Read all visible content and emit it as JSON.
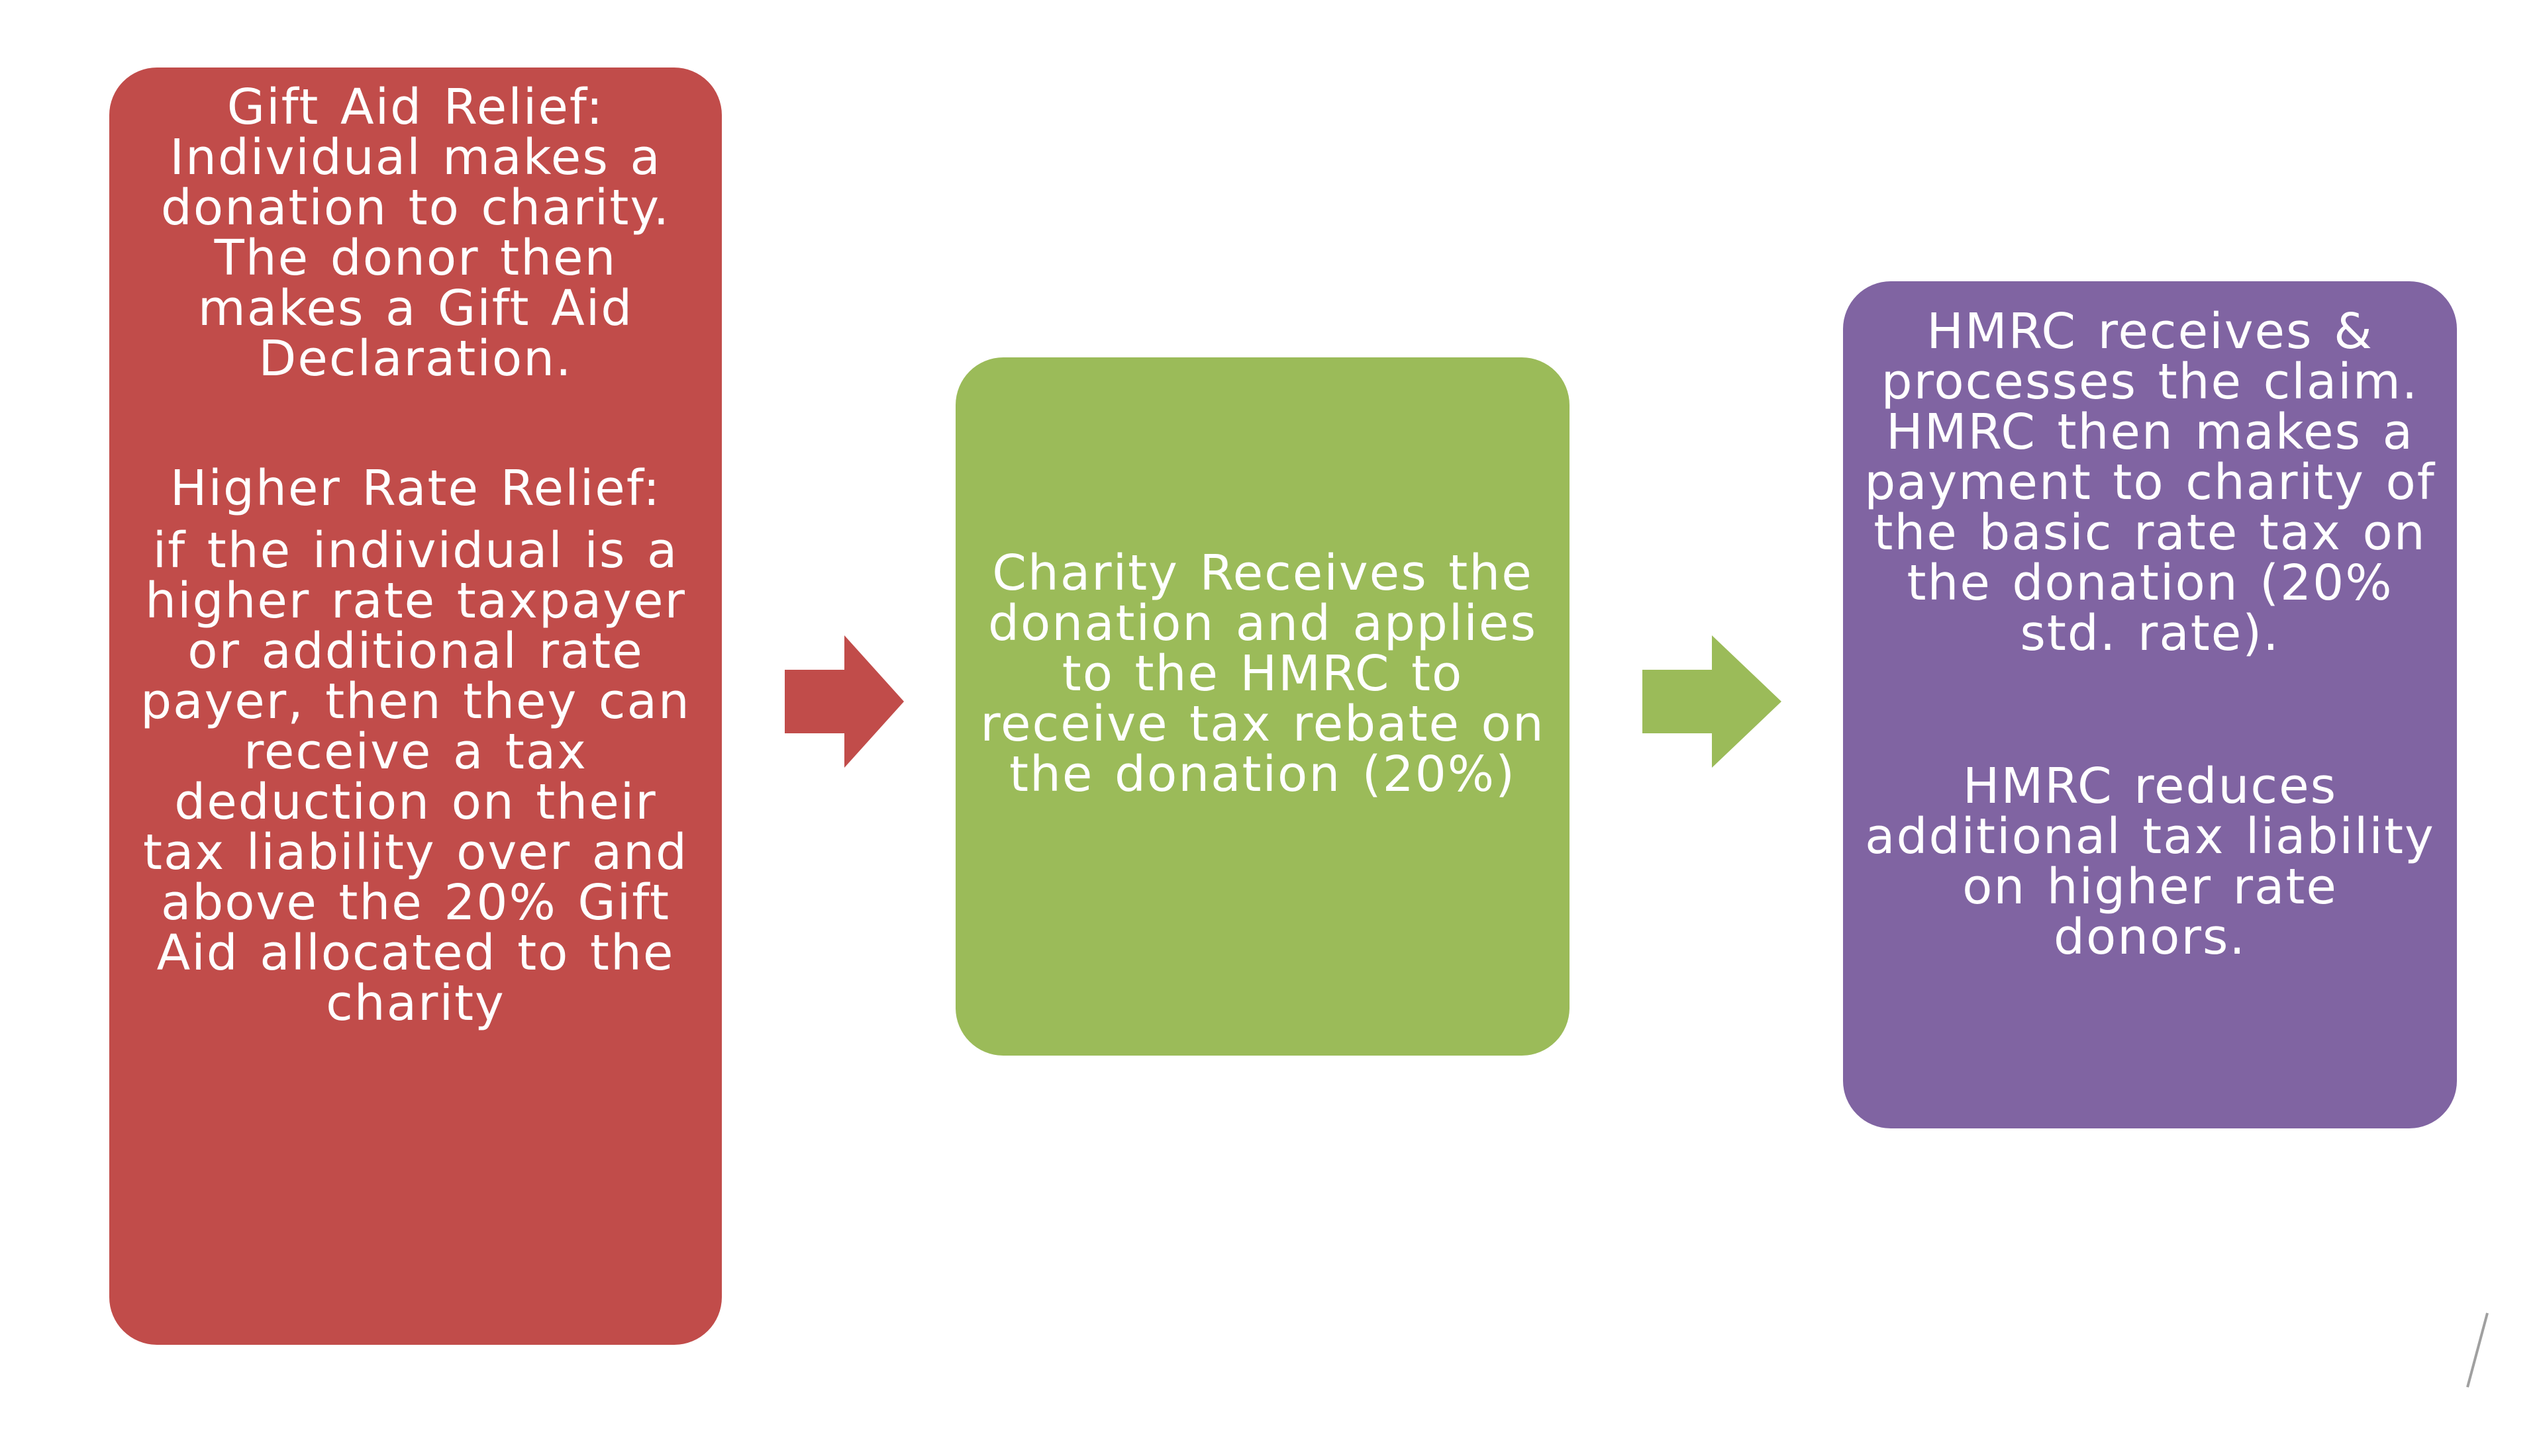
{
  "step1": {
    "color": "#c14c4a",
    "gift_aid_text": "Gift Aid Relief: Individual makes a donation to charity. The donor then makes a Gift Aid Declaration.",
    "higher_rate_heading": "Higher Rate Relief:",
    "higher_rate_text": "if the individual is a higher rate taxpayer or additional rate payer, then they can receive a tax deduction on their tax liability over and above the 20% Gift Aid allocated to the charity"
  },
  "arrow1": {
    "color": "#c14c4a",
    "icon": "right-arrow-icon"
  },
  "step2": {
    "color": "#9bbb59",
    "text": "Charity Receives the donation and applies to the HMRC to receive tax rebate on the donation (20%)"
  },
  "arrow2": {
    "color": "#9bbb59",
    "icon": "right-arrow-icon"
  },
  "step3": {
    "color": "#8064a2",
    "claim_text": "HMRC receives & processes the claim. HMRC then makes a payment to charity of the basic rate tax on the donation (20% std. rate).",
    "liability_text": "HMRC reduces additional tax liability on higher rate donors."
  }
}
